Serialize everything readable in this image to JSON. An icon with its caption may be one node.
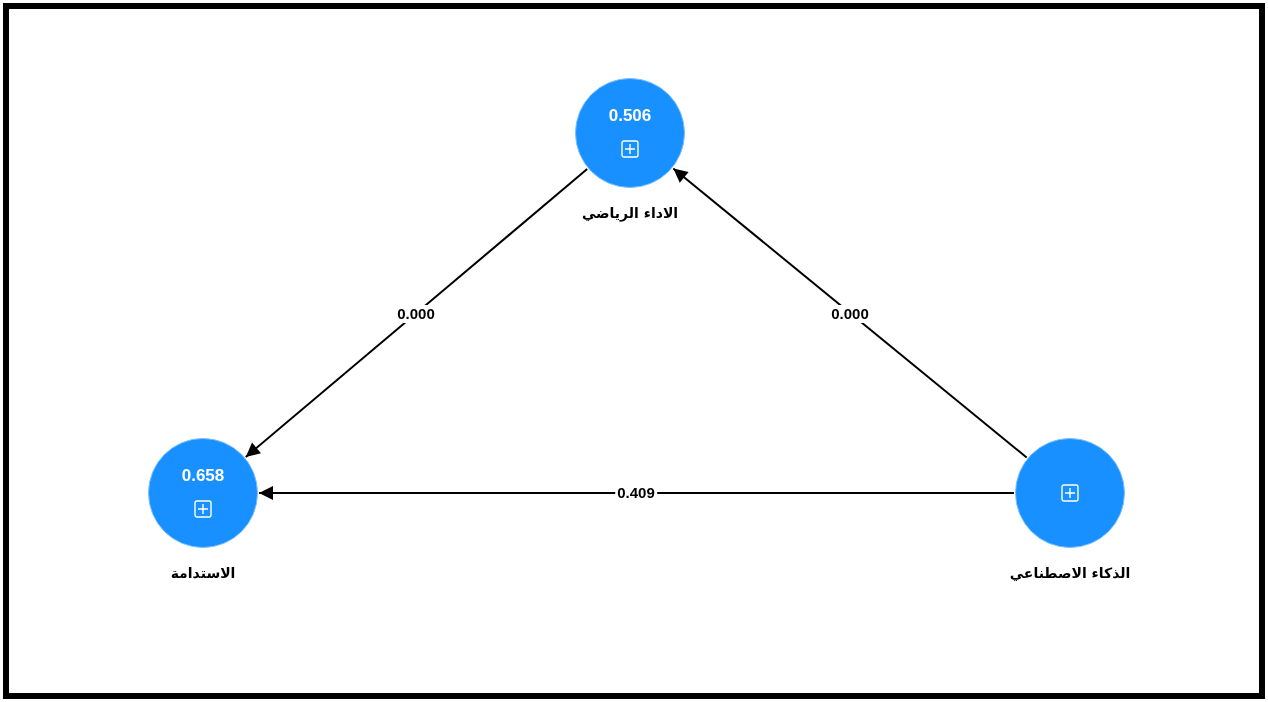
{
  "diagram": {
    "nodes": [
      {
        "text": [
          "0.506"
        ],
        "beside": [
          "الاداء الرياضي"
        ]
      },
      {
        "text": [
          "0.658"
        ],
        "beside": [
          "الاستدامة"
        ]
      },
      {
        "text": [],
        "shape": "circle",
        "beside": [
          "الذكاء الاصطناعي"
        ]
      }
    ],
    "edges": [
      {
        "from": 0,
        "to": 1,
        "arrow": "to",
        "label": "0.000"
      },
      {
        "from": 2,
        "to": 0,
        "arrow": "to",
        "label": "0.000"
      },
      {
        "from": 2,
        "to": 1,
        "arrow": "to",
        "label": "0.409"
      }
    ]
  }
}
